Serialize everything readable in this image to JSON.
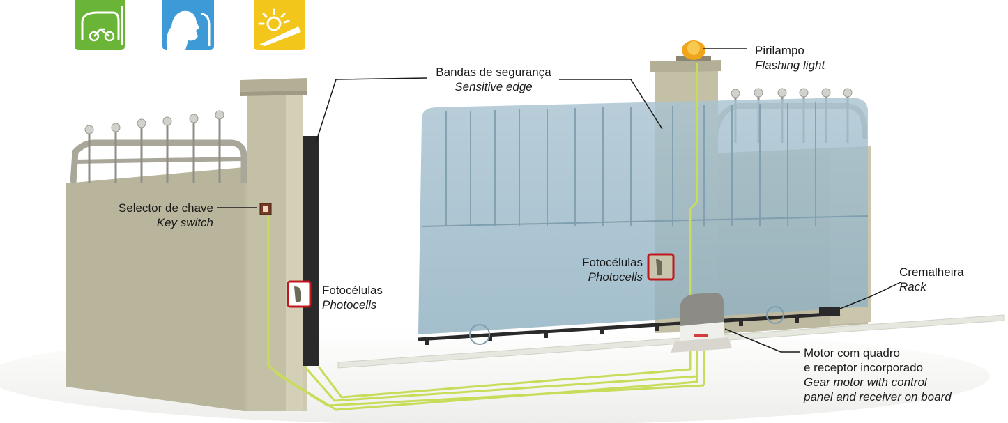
{
  "colors": {
    "bike_icon_bg": "#6ab437",
    "hand_icon_bg": "#3d9ad6",
    "sun_icon_bg": "#f3c61c",
    "cable": "#c8dc5a",
    "wall": "#c4c0a6",
    "gate_glass": "#9fbccb",
    "highlight_box": "#c0171f"
  },
  "icons": [
    {
      "name": "bicycle-garage-icon"
    },
    {
      "name": "person-face-icon"
    },
    {
      "name": "sun-slope-icon"
    }
  ],
  "labels": {
    "flashing_light": {
      "pt": "Pirilampo",
      "en": "Flashing light"
    },
    "sensitive_edge": {
      "pt": "Bandas de segurança",
      "en": "Sensitive edge"
    },
    "key_switch": {
      "pt": "Selector de chave",
      "en": "Key switch"
    },
    "photocells_left": {
      "pt": "Fotocélulas",
      "en": "Photocells"
    },
    "photocells_center": {
      "pt": "Fotocélulas",
      "en": "Photocells"
    },
    "rack": {
      "pt": "Cremalheira",
      "en": "Rack"
    },
    "motor": {
      "pt_line1": "Motor com quadro",
      "pt_line2": "e receptor incorporado",
      "en_line1": "Gear motor with control",
      "en_line2": "panel and receiver on board"
    }
  }
}
